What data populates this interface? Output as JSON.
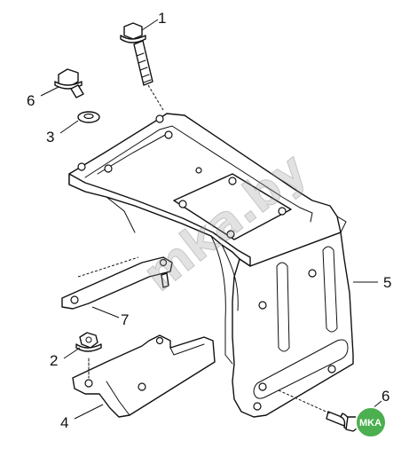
{
  "callouts": [
    {
      "id": "c1",
      "label": "1"
    },
    {
      "id": "c6a",
      "label": "6"
    },
    {
      "id": "c3",
      "label": "3"
    },
    {
      "id": "c5",
      "label": "5"
    },
    {
      "id": "c7",
      "label": "7"
    },
    {
      "id": "c2",
      "label": "2"
    },
    {
      "id": "c4",
      "label": "4"
    },
    {
      "id": "c6b",
      "label": "6"
    }
  ],
  "watermark": {
    "text": "mka.by",
    "color": "#9a9a9a"
  },
  "badge": {
    "text": "MKA",
    "color": "#4caf50"
  },
  "colors": {
    "line": "#111111",
    "background": "#ffffff"
  }
}
